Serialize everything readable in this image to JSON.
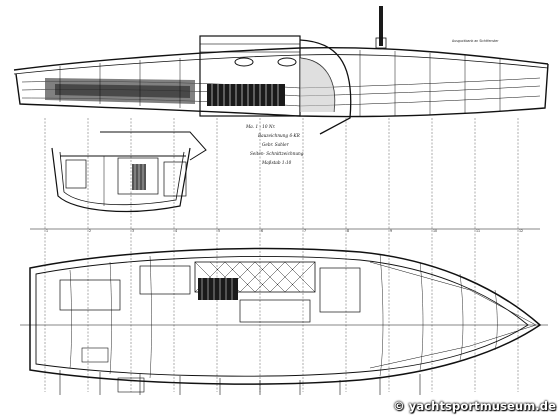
{
  "drawing": {
    "title_block": {
      "line1": "Ma. 1 : 10 Nr.",
      "line2": "Bauzeichnung 6-KR",
      "line3": "Gebr. Sahler",
      "line4": "Seiten- Schnittzeichnung",
      "line5": "Maßstab 1:10"
    },
    "top_label": "Ausguckbank an Sichtfenster",
    "station_labels": [
      "1",
      "2",
      "3",
      "4",
      "5",
      "6",
      "7",
      "8",
      "9",
      "10",
      "11",
      "12"
    ]
  },
  "watermark": {
    "text": "© yachtsportmuseum.de",
    "color": "#ffffff"
  },
  "colors": {
    "ink": "#111111",
    "paper": "#ffffff"
  }
}
